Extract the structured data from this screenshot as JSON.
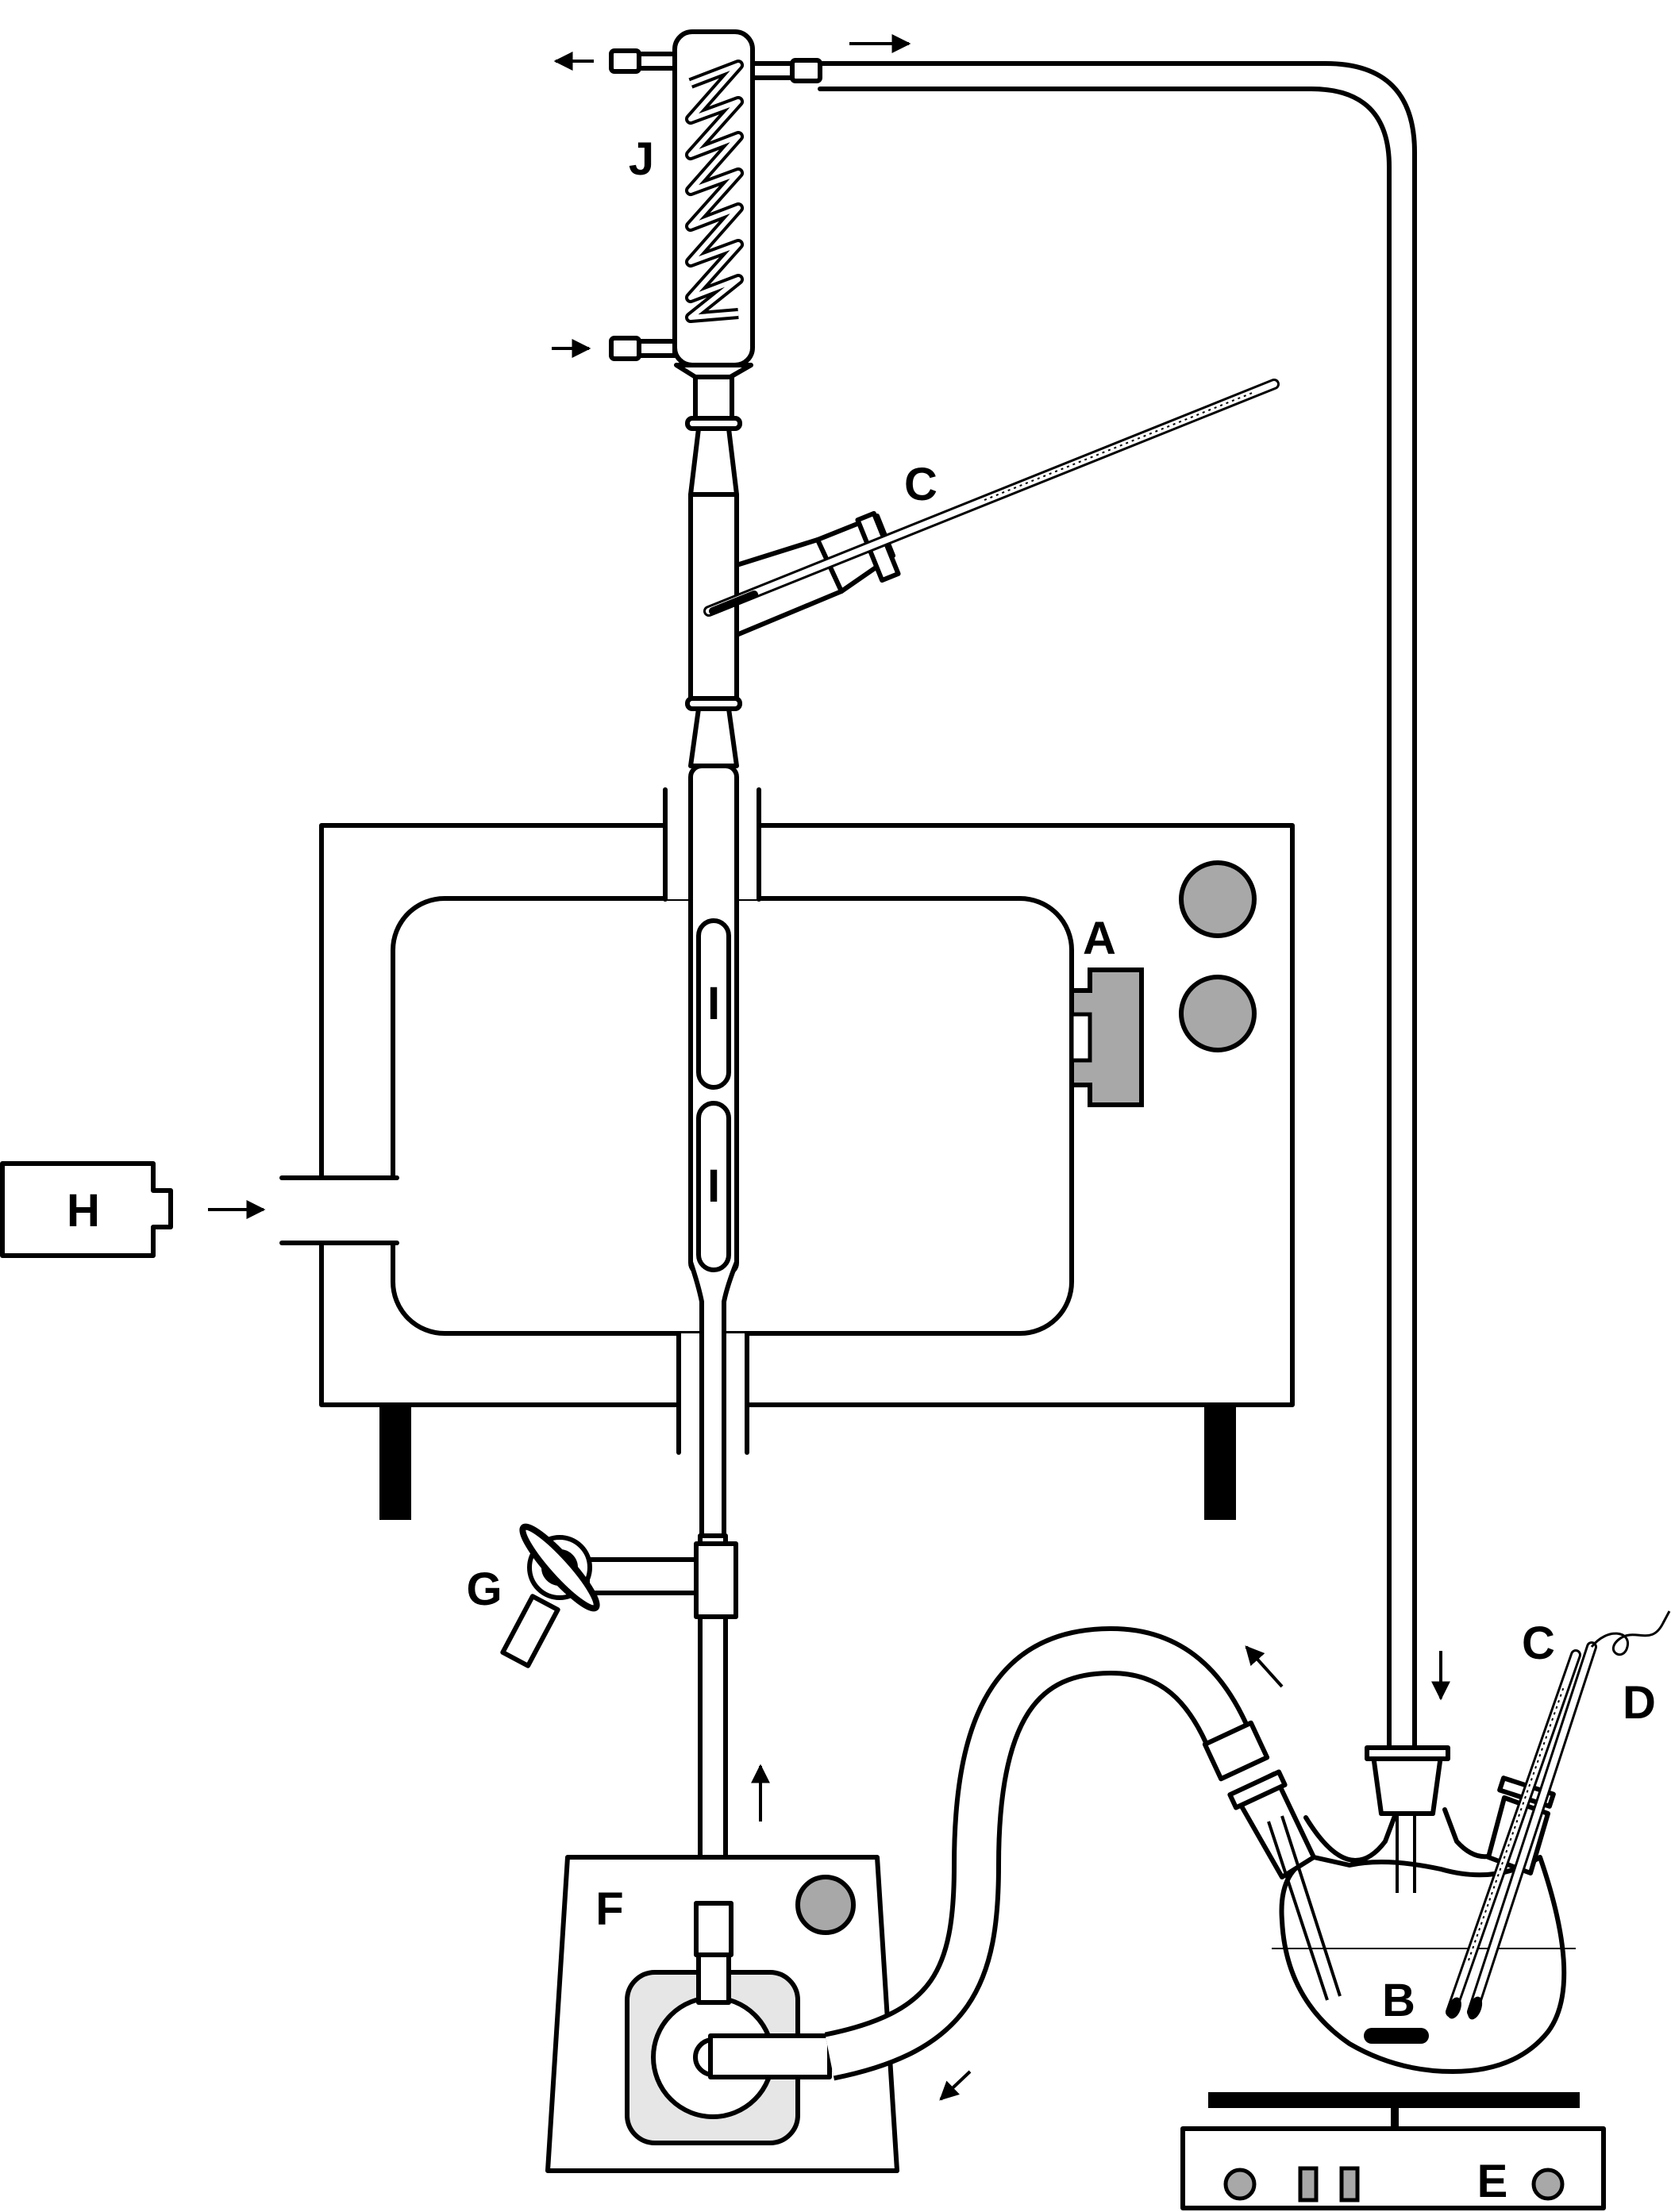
{
  "labels": {
    "A": "A",
    "B": "B",
    "C_thermometer": "C",
    "C_probe": "C",
    "D": "D",
    "E": "E",
    "F": "F",
    "G": "G",
    "H": "H",
    "I_upper": "I",
    "I_lower": "I",
    "J": "J"
  },
  "colors": {
    "stroke": "#000000",
    "gray_fill": "#a8a8a8",
    "light_fill": "#e6e6e6",
    "background": "#ffffff"
  },
  "icons": {
    "flow_arrows": "arrow-icon",
    "stopcock": "stopcock-icon",
    "stir_bar": "stir-bar-icon"
  }
}
